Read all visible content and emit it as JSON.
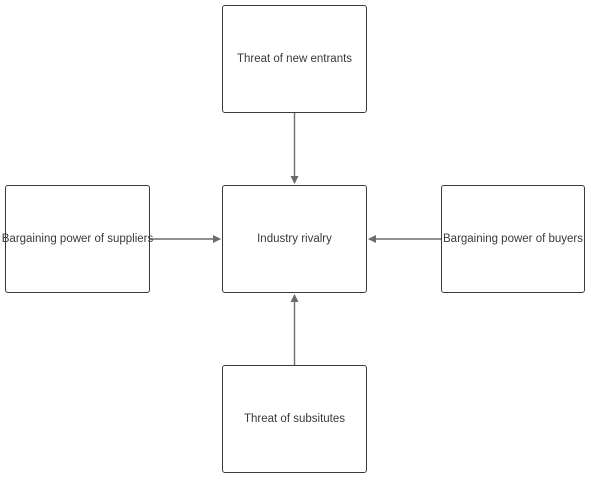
{
  "diagram": {
    "nodes": {
      "top": "Threat of new entrants",
      "center": "Industry rivalry",
      "left": "Bargaining power of suppliers",
      "right": "Bargaining power of buyers",
      "bottom": "Threat of subsitutes"
    },
    "edges": [
      {
        "from": "Threat of new entrants",
        "to": "Industry rivalry"
      },
      {
        "from": "Bargaining power of suppliers",
        "to": "Industry rivalry"
      },
      {
        "from": "Bargaining power of buyers",
        "to": "Industry rivalry"
      },
      {
        "from": "Threat of subsitutes",
        "to": "Industry rivalry"
      }
    ],
    "colors": {
      "line": "#6b6b6b",
      "border": "#3a3a3a",
      "text": "#3a3a3a"
    }
  }
}
